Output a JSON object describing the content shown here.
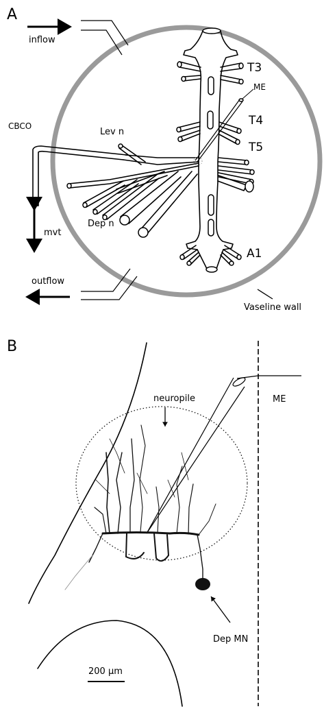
{
  "panel_a": {
    "letter": "A",
    "inflow": "inflow",
    "outflow": "outflow",
    "cbco": "CBCO",
    "mvt": "mvt",
    "lev_n": "Lev  n",
    "dep_n": "Dep  n",
    "me": "ME",
    "t3": "T3",
    "t4": "T4",
    "t5": "T5",
    "a1": "A1",
    "vaseline_wall": "Vaseline  wall",
    "colors": {
      "wall": "#9a9a9a",
      "ink": "#000000"
    }
  },
  "panel_b": {
    "letter": "B",
    "neuropile": "neuropile",
    "me": "ME",
    "dep_mn": "Dep  MN",
    "scale_bar": "200 µm"
  }
}
